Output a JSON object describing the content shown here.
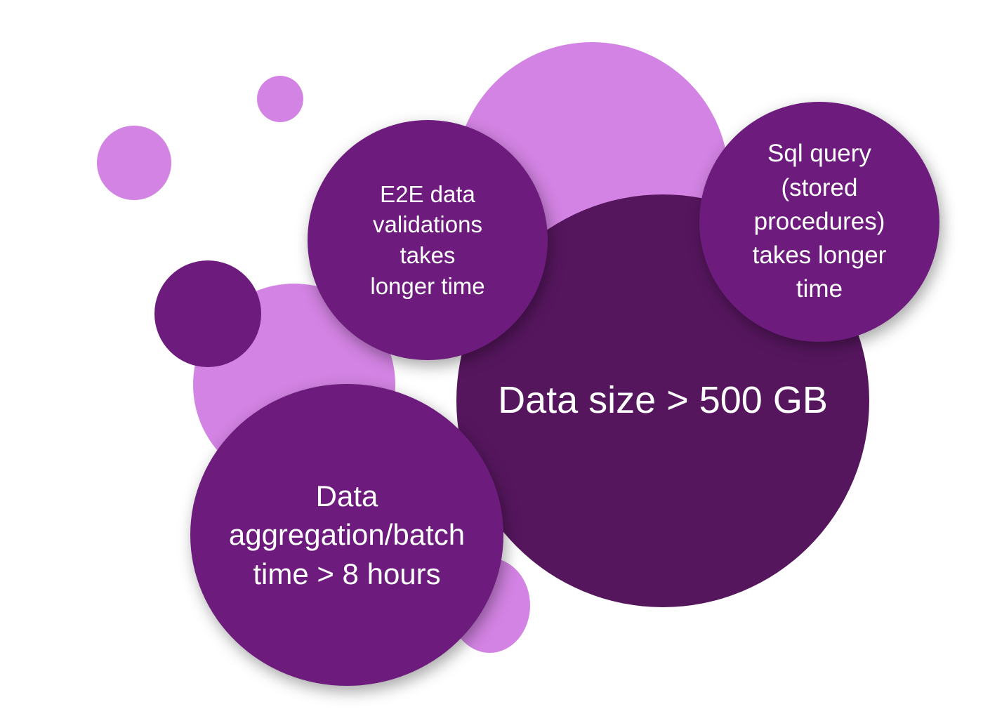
{
  "bubbles": {
    "data_size": "Data size > 500 GB",
    "e2e_validations": "E2E data\nvalidations\ntakes\nlonger time",
    "sql_query": "Sql query\n(stored\nprocedures)\ntakes longer\ntime",
    "aggregation": "Data\naggregation/batch\ntime > 8 hours"
  },
  "colors": {
    "light": "#d383e3",
    "mid": "#6d1c7d",
    "dark": "#56165e",
    "text": "#ffffff"
  }
}
